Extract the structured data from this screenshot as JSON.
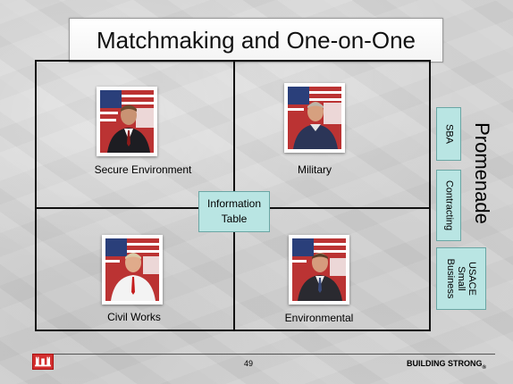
{
  "slide": {
    "title": "Matchmaking and One-on-One",
    "quadrants": [
      {
        "caption": "Secure Environment",
        "photo_icon": "portrait-photo"
      },
      {
        "caption": "Military",
        "photo_icon": "portrait-photo"
      },
      {
        "caption": "Civil Works",
        "photo_icon": "portrait-photo"
      },
      {
        "caption": "Environmental",
        "photo_icon": "portrait-photo"
      }
    ],
    "info_table": {
      "line1": "Information",
      "line2": "Table"
    },
    "promenade": {
      "label": "Promenade",
      "items": [
        {
          "label": "SBA"
        },
        {
          "label": "Contracting"
        },
        {
          "line1": "USACE",
          "line2": "Small",
          "line3": "Business"
        }
      ]
    },
    "footer": {
      "page_number": "49",
      "brand": "BUILDING STRONG",
      "brand_mark": "®",
      "logo_icon": "usace-castle-logo"
    },
    "colors": {
      "box_fill": "#b9e5e3",
      "logo_red": "#d32f2f"
    }
  }
}
